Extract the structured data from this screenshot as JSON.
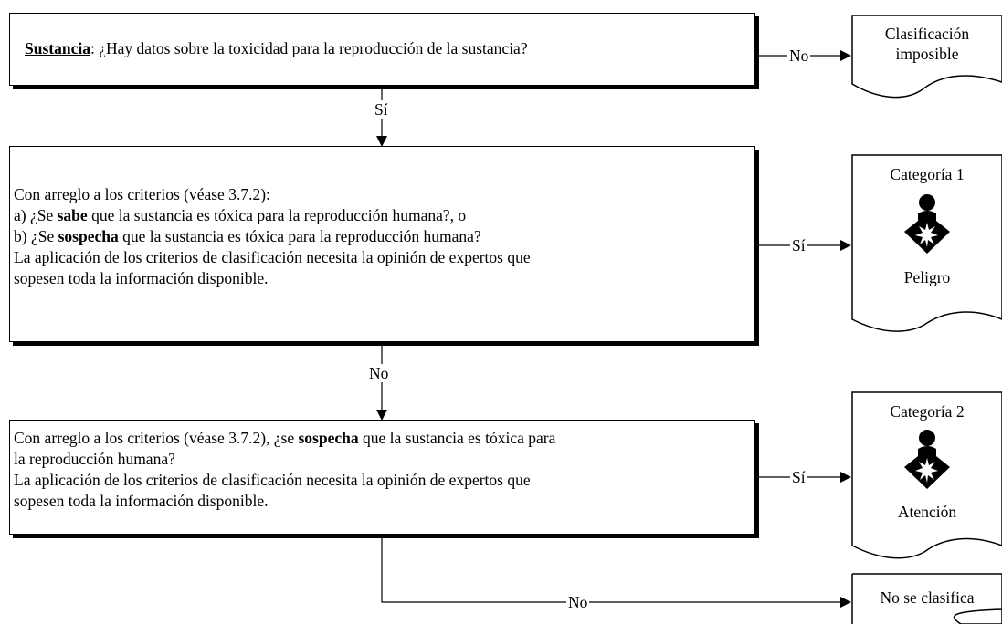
{
  "q1": {
    "keyword": "Sustancia",
    "text": ": ¿Hay datos sobre la toxicidad para la reproducción de la sustancia?"
  },
  "q2": {
    "line1": "Con arreglo a los criterios (véase 3.7.2):",
    "line2_pre": "a) ¿Se ",
    "line2_bold": "sabe",
    "line2_post": " que la sustancia es tóxica para la reproducción humana?, o",
    "line3_pre": "b) ¿Se ",
    "line3_bold": "sospecha",
    "line3_post": " que la sustancia es tóxica para la reproducción humana?",
    "line4": "La aplicación de los criterios de clasificación necesita la opinión de expertos que",
    "line5": "sopesen toda la información disponible."
  },
  "q3": {
    "line1_pre": "Con arreglo a los criterios (véase 3.7.2), ¿se ",
    "line1_bold": "sospecha",
    "line1_post": " que la sustancia es tóxica para",
    "line2": "la reproducción humana?",
    "line3": "La aplicación de los criterios de clasificación necesita la opinión de expertos que",
    "line4": "sopesen toda la información disponible."
  },
  "labels": {
    "no": "No",
    "yes": "Sí"
  },
  "outcomes": {
    "impossible_line1": "Clasificación",
    "impossible_line2": "imposible",
    "cat1_title": "Categoría 1",
    "cat1_signal": "Peligro",
    "cat2_title": "Categoría 2",
    "cat2_signal": "Atención",
    "not_classified": "No se clasifica"
  },
  "icons": {
    "hazard": "health-hazard-pictogram-icon"
  }
}
